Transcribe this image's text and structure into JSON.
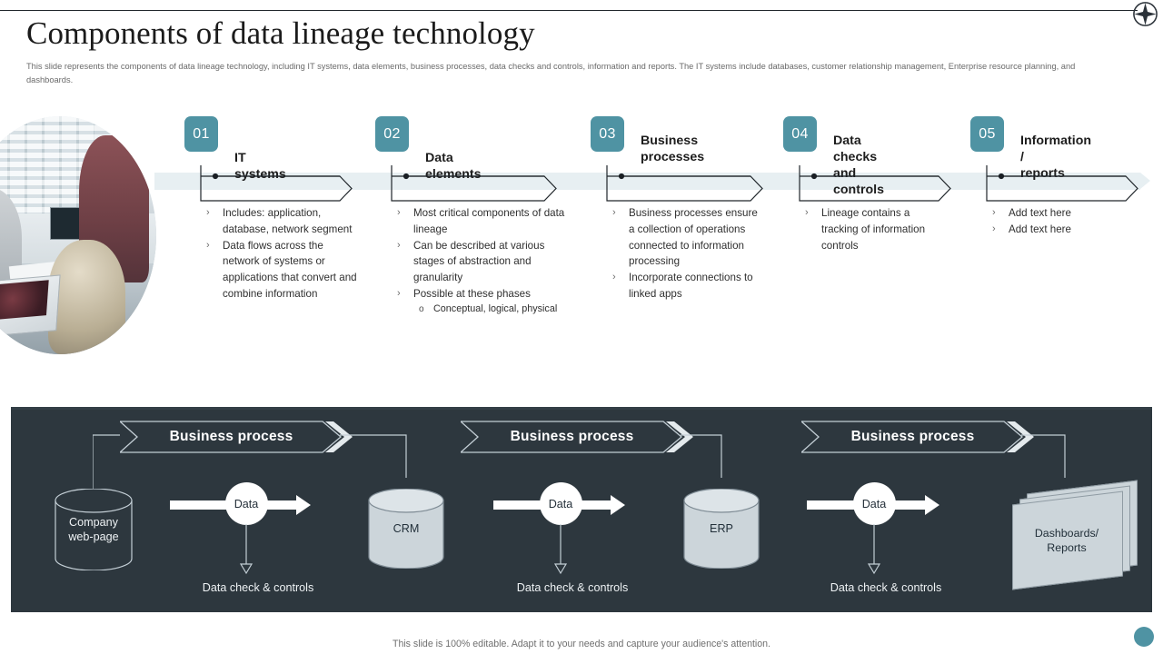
{
  "header": {
    "title": "Components of data lineage technology",
    "subtitle": "This slide represents the components of data lineage technology, including IT systems, data elements, business processes, data checks and controls, information and reports. The IT  systems include databases, customer relationship management, Enterprise resource planning, and dashboards.",
    "logo_icon": "compass-star-icon"
  },
  "colors": {
    "accent_teal": "#4f93a3",
    "band": "#e7eff2",
    "dark_panel": "#2d373e",
    "cylinder_light": "#ccd5da"
  },
  "steps": [
    {
      "number": "01",
      "title": "IT systems",
      "title_lines": 1,
      "bullets": [
        {
          "text": "Includes: application, database, network segment",
          "sub": []
        },
        {
          "text": "Data flows across the network of systems or applications that convert and combine information",
          "sub": []
        }
      ]
    },
    {
      "number": "02",
      "title": "Data elements",
      "title_lines": 1,
      "bullets": [
        {
          "text": "Most critical components of data lineage",
          "sub": []
        },
        {
          "text": "Can be described at various stages of abstraction and granularity",
          "sub": []
        },
        {
          "text": "Possible at these phases",
          "sub": [
            "Conceptual, logical, physical"
          ]
        }
      ]
    },
    {
      "number": "03",
      "title": "Business\nprocesses",
      "title_lines": 2,
      "bullets": [
        {
          "text": "Business processes ensure a collection of operations connected to information processing",
          "sub": []
        },
        {
          "text": "Incorporate connections to linked apps",
          "sub": []
        }
      ]
    },
    {
      "number": "04",
      "title": "Data checks\nand controls",
      "title_lines": 2,
      "bullets": [
        {
          "text": "Lineage contains a tracking of information controls",
          "sub": []
        }
      ]
    },
    {
      "number": "05",
      "title": "Information /\nreports",
      "title_lines": 2,
      "bullets": [
        {
          "text": "Add text here",
          "sub": []
        },
        {
          "text": "Add text here",
          "sub": []
        }
      ]
    }
  ],
  "diagram": {
    "banners": [
      {
        "label": "Business process"
      },
      {
        "label": "Business process"
      },
      {
        "label": "Business process"
      }
    ],
    "sources": [
      {
        "label": "Company\nweb-page",
        "style": "dark"
      },
      {
        "label": "CRM",
        "style": "light"
      },
      {
        "label": "ERP",
        "style": "light"
      }
    ],
    "nodes": [
      {
        "label": "Data"
      },
      {
        "label": "Data"
      },
      {
        "label": "Data"
      }
    ],
    "checks": [
      {
        "label": "Data check & controls"
      },
      {
        "label": "Data check & controls"
      },
      {
        "label": "Data check & controls"
      }
    ],
    "output": {
      "label": "Dashboards/\nReports"
    }
  },
  "footer": {
    "note": "This slide is 100% editable. Adapt it to your needs and capture your audience's attention."
  }
}
